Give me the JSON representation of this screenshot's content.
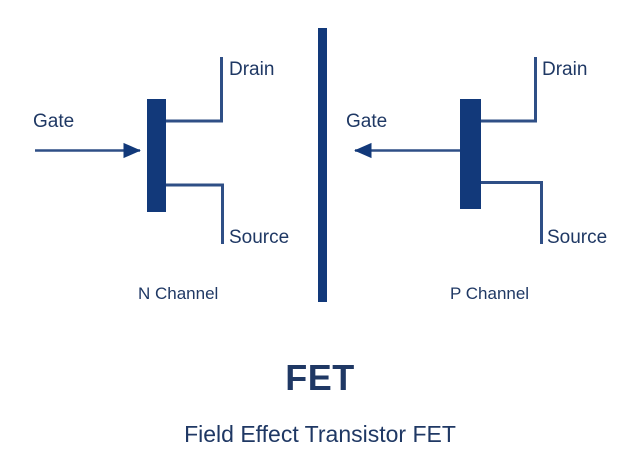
{
  "diagram": {
    "title": "FET",
    "caption": "Field Effect Transistor FET",
    "colors": {
      "symbol": "#12397a",
      "line": "#2f4f86",
      "text": "#1f3864",
      "background": "#ffffff"
    },
    "devices": [
      {
        "id": "n-channel",
        "channel_label": "N Channel",
        "gate_label": "Gate",
        "drain_label": "Drain",
        "source_label": "Source",
        "gate_arrow_direction": "right"
      },
      {
        "id": "p-channel",
        "channel_label": "P Channel",
        "gate_label": "Gate",
        "drain_label": "Drain",
        "source_label": "Source",
        "gate_arrow_direction": "left"
      }
    ],
    "divider": {
      "name": "vertical-divider",
      "orientation": "vertical"
    }
  }
}
